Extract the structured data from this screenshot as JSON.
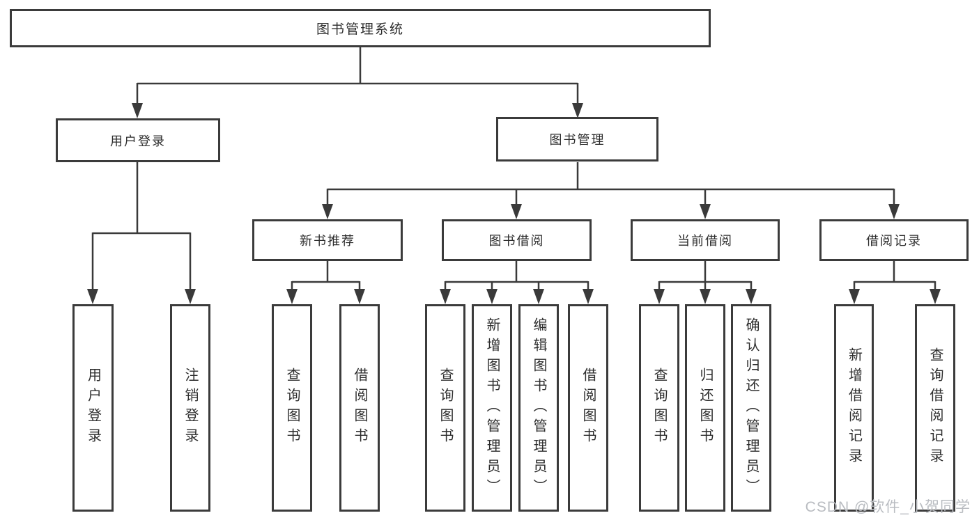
{
  "diagram": {
    "title_node": {
      "label": "图书管理系统"
    },
    "level2": [
      {
        "label": "用户登录"
      },
      {
        "label": "图书管理"
      }
    ],
    "level3": [
      {
        "label": "新书推荐"
      },
      {
        "label": "图书借阅"
      },
      {
        "label": "当前借阅"
      },
      {
        "label": "借阅记录"
      }
    ],
    "leaves": {
      "user_login": [
        "用户登录",
        "注销登录"
      ],
      "new_book": [
        "查询图书",
        "借阅图书"
      ],
      "book_borrow": [
        "查询图书",
        "新增图书（管理员）",
        "编辑图书（管理员）",
        "借阅图书"
      ],
      "current_borrow": [
        "查询图书",
        "归还图书",
        "确认归还（管理员）"
      ],
      "borrow_record": [
        "新增借阅记录",
        "查询借阅记录"
      ]
    },
    "watermark": "CSDN @软件_小贺同学",
    "colors": {
      "line": "#3a3a3a",
      "box_border": "#3b3b3b",
      "box_fill": "#ffffff",
      "text": "#2d2d2d",
      "watermark": "#b9bcc1"
    }
  }
}
